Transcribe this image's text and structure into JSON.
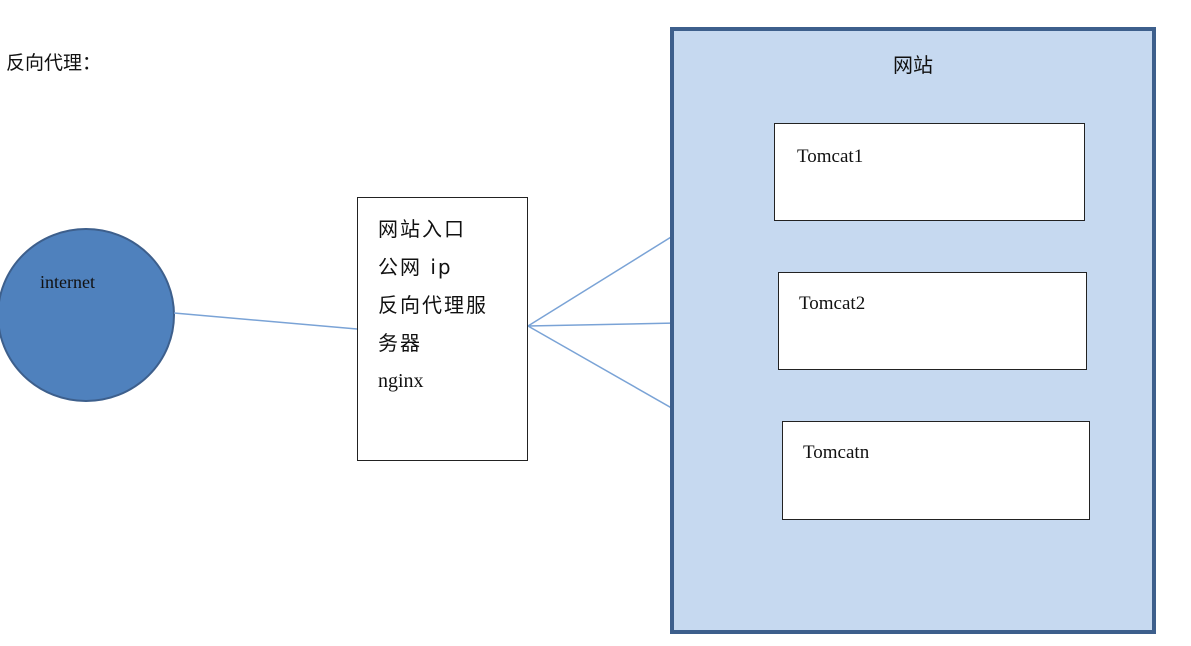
{
  "heading": "反向代理：",
  "internet": {
    "label": "internet",
    "fill": "#4f81bd",
    "stroke": "#3d5f8c"
  },
  "proxy": {
    "lines": [
      "网站入口",
      "公网 ip",
      "反向代理服",
      "务器",
      "nginx"
    ]
  },
  "website": {
    "title": "网站",
    "fill": "#c6d9f0",
    "border": "#3d5f8c",
    "servers": [
      "Tomcat1",
      "Tomcat2",
      "Tomcatn"
    ]
  },
  "connector_color": "#7aa3d6"
}
